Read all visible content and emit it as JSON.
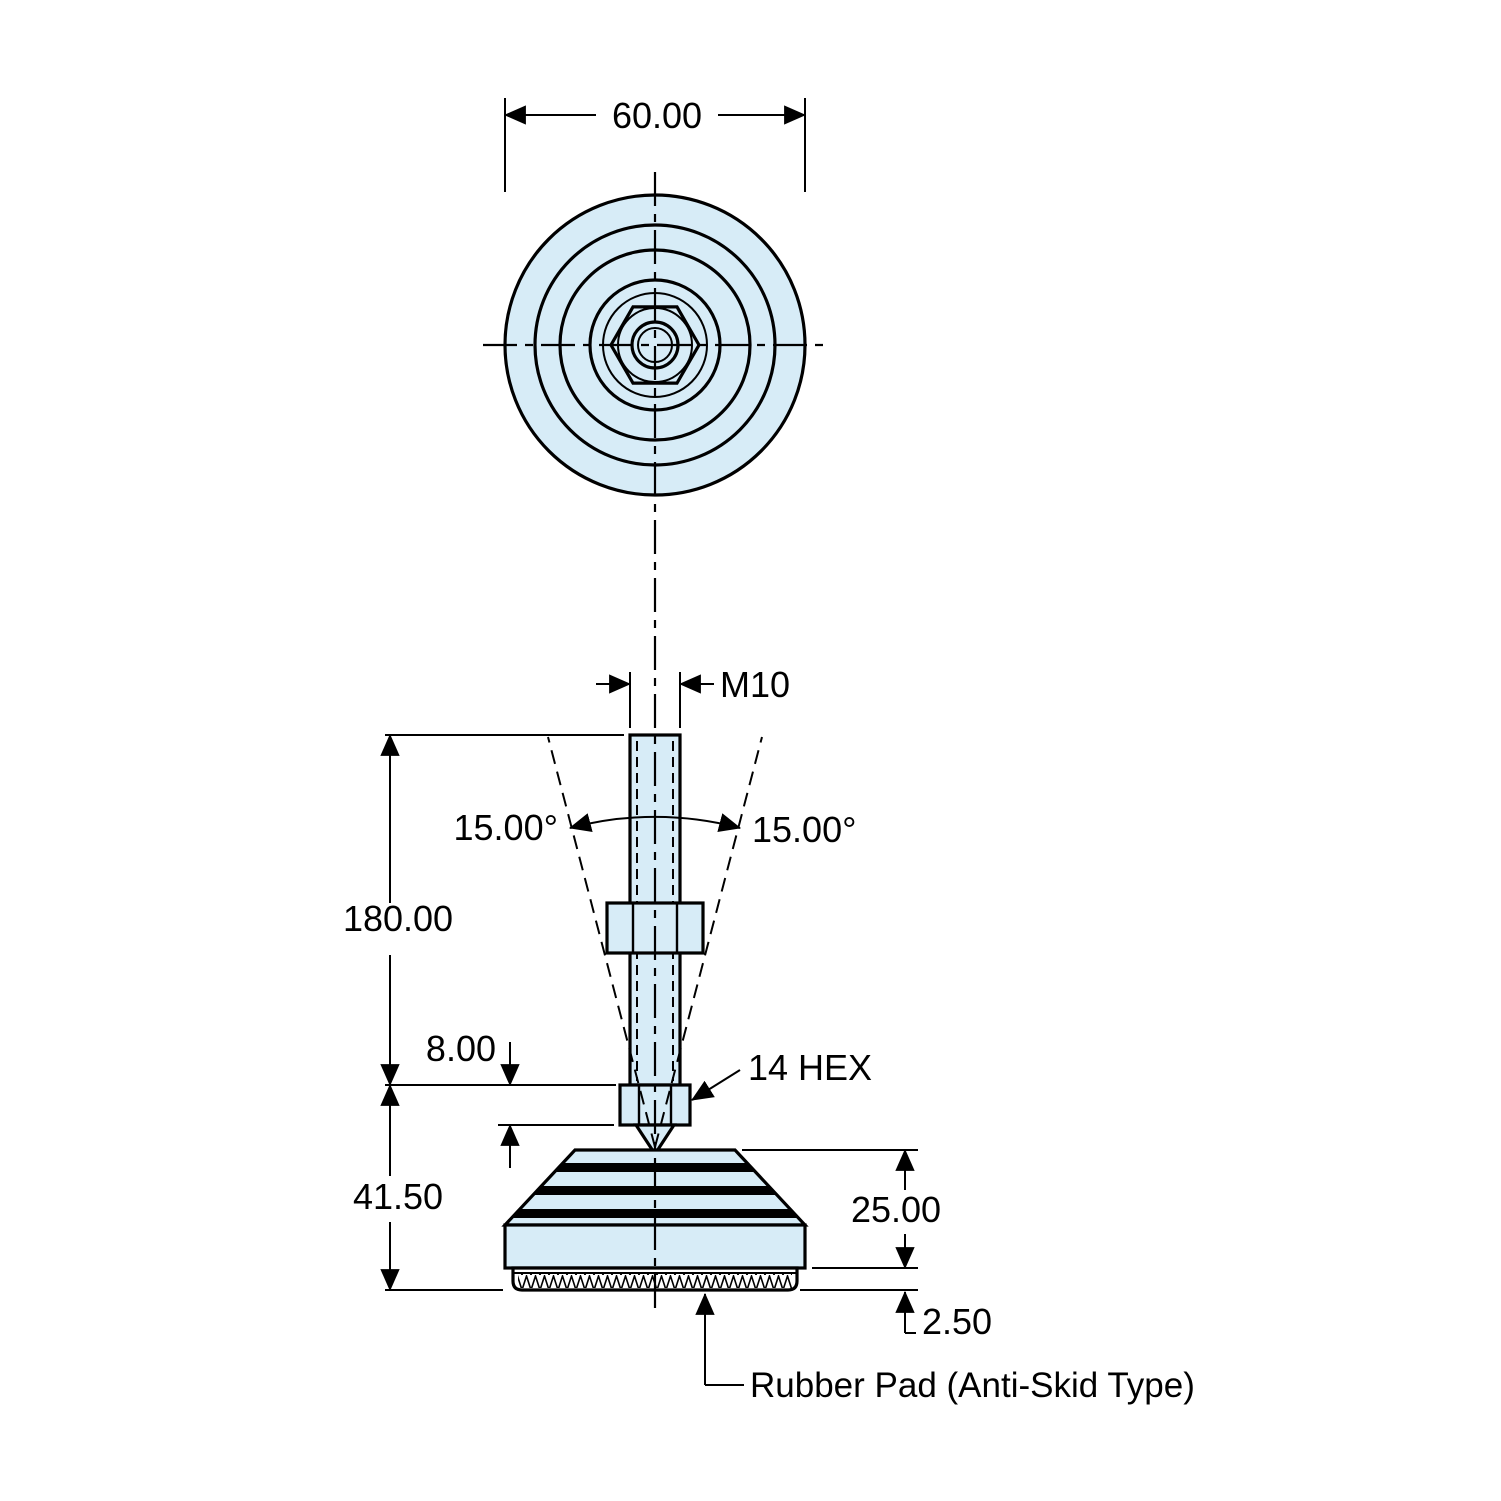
{
  "drawing": {
    "type": "technical-drawing",
    "subject": "Adjustable leveling foot with anti-skid rubber pad, top and front views",
    "views": {
      "top": {
        "diameter_label": "60.00"
      },
      "front": {
        "thread_label": "M10",
        "tilt_angle_left": "15.00°",
        "tilt_angle_right": "15.00°",
        "stud_length_label": "180.00",
        "nut_thickness_label": "8.00",
        "hex_label": "14 HEX",
        "overall_base_height_label": "41.50",
        "base_height_label": "25.00",
        "pad_thickness_label": "2.50",
        "pad_callout": "Rubber Pad (Anti-Skid Type)"
      }
    },
    "colors": {
      "part_fill": "#d7ecf7",
      "line": "#000000",
      "band_fill": "#000000",
      "pad_fill": "#ffffff",
      "background": "#ffffff"
    }
  }
}
